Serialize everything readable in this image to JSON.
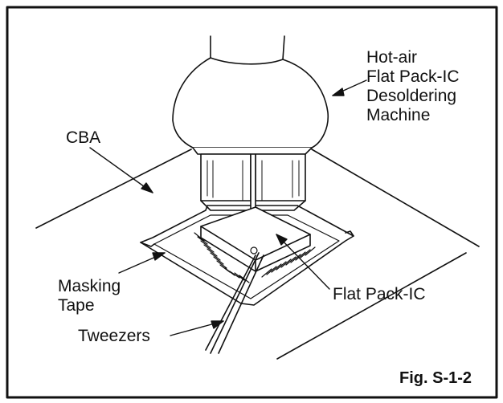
{
  "labels": {
    "machine_line1": "Hot-air",
    "machine_line2": "Flat Pack-IC",
    "machine_line3": "Desoldering",
    "machine_line4": "Machine",
    "cba": "CBA",
    "masking_line1": "Masking",
    "masking_line2": "Tape",
    "tweezers": "Tweezers",
    "flat_pack_ic": "Flat Pack-IC"
  },
  "figure_caption": "Fig. S-1-2",
  "colors": {
    "line": "#111111",
    "background": "#ffffff"
  }
}
